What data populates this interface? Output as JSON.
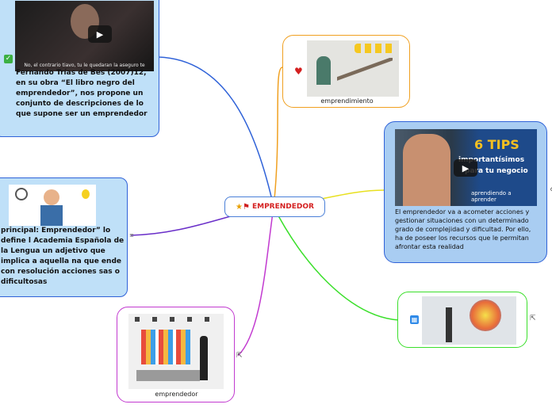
{
  "central": {
    "label": "EMPRENDEDOR",
    "icons": [
      "star-eyes-emoji-icon",
      "flag-icon"
    ]
  },
  "nodes": {
    "top_left": {
      "video_caption": "No, el contrario tiavo, tu le quedaran la aseguro te",
      "text": "Fernando Trías de Bes (2007)12, en su obra “El libro negro del emprendedor”, nos propone un conjunto de descripciones de lo que supone ser un emprendedor",
      "marker": "check-icon"
    },
    "mid_left": {
      "text": "principal:  Emprendedor” lo define l Academia Española de la Lengua  un adjetivo que implica a aquella na que ende con resolución acciones sas o dificultosas",
      "marker": "menu-icon"
    },
    "bottom_left": {
      "caption": "emprendedor",
      "marker": "external-link-icon"
    },
    "top_right": {
      "caption": "emprendimiento",
      "marker": "heart-icon"
    },
    "mid_right": {
      "video_title_line1": "6 TIPS",
      "video_title_line2": "importantísimos",
      "video_title_line3": "para tu negocio",
      "video_footer": "aprendiendo a aprender",
      "text": "El emprendedor va a acometer acciones y gestionar situaciones con un determinado grado de complejidad y dificultad. Por ello, ha de poseer los recursos que le permitan afrontar esta realidad",
      "marker": "link-icon"
    },
    "bottom_right": {
      "marker": "grid-icon",
      "marker2": "external-link-icon"
    }
  },
  "colors": {
    "blue_branch": "#2f62d8",
    "purple_branch": "#6a2fc9",
    "magenta_branch": "#c23ad0",
    "orange_branch": "#f0a020",
    "yellow_branch": "#e8e020",
    "green_branch": "#3adf2a",
    "light_blue_fill": "#bfe0f8",
    "mid_right_fill": "#a9cdf2"
  }
}
